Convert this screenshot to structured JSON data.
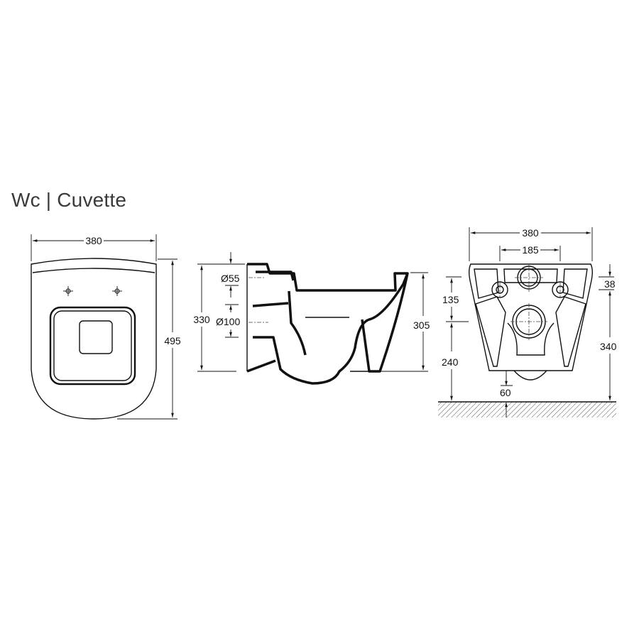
{
  "title": "Wc | Cuvette",
  "views": {
    "top": {
      "width": "380",
      "length": "495"
    },
    "side": {
      "inlet_diameter": "Ø55",
      "outlet_diameter": "Ø100",
      "overall_height": "330",
      "rim_height": "305"
    },
    "rear": {
      "width": "380",
      "bolt_spacing": "185",
      "inlet_to_bolts": "38",
      "inlet_to_outlet": "135",
      "outlet_height": "240",
      "bolt_height": "340",
      "bottom_clearance": "60"
    }
  }
}
